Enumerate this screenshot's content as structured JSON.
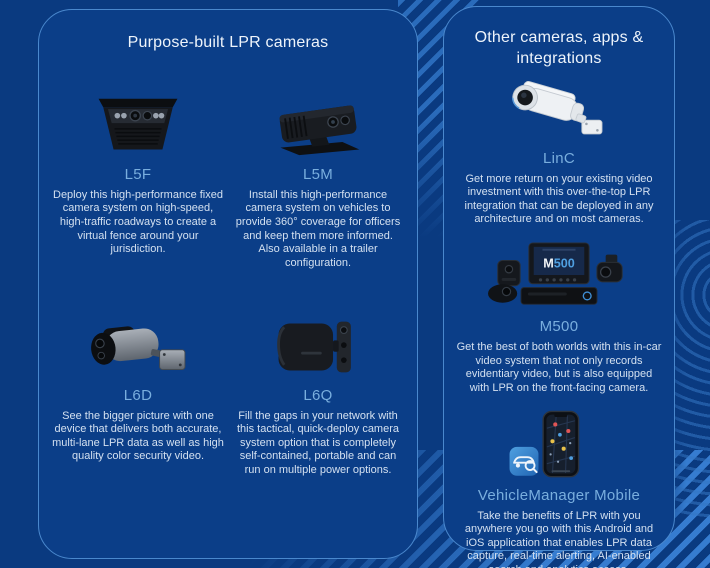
{
  "colors": {
    "page_background": "#0a3a80",
    "panel_background": "#0b3e88",
    "panel_border": "#4a88cd",
    "heading_text": "#eef4fb",
    "product_name_text": "#79aede",
    "body_text": "#d3e0f0",
    "stripe_accent": "#3880d4",
    "m500_screen_number": "#4f9fe0"
  },
  "left_panel": {
    "title": "Purpose-built LPR cameras",
    "products": [
      {
        "name": "L5F",
        "image": "l5f-fixed-lpr-camera-illustration",
        "description": "Deploy this high-performance fixed camera system on high-speed, high-traffic roadways to create a virtual fence around your jurisdiction."
      },
      {
        "name": "L5M",
        "image": "l5m-vehicle-lpr-camera-illustration",
        "description": "Install this high-performance camera system on vehicles to provide 360° coverage for officers and keep them more informed. Also available in a trailer configuration."
      },
      {
        "name": "L6D",
        "image": "l6d-bullet-lpr-camera-illustration",
        "description": "See the bigger picture with one device that delivers both accurate, multi-lane LPR data as well as high quality color security video."
      },
      {
        "name": "L6Q",
        "image": "l6q-quick-deploy-camera-illustration",
        "description": "Fill the gaps in your network with this tactical, quick-deploy camera system option that is completely self-contained, portable and can run on multiple power options."
      }
    ]
  },
  "right_panel": {
    "title": "Other cameras, apps & integrations",
    "products": [
      {
        "name": "LinC",
        "image": "linc-white-bullet-camera-illustration",
        "description": "Get more return on your existing video investment with this over-the-top LPR integration that can be deployed in any architecture and on most cameras."
      },
      {
        "name": "M500",
        "image": "m500-in-car-video-system-illustration",
        "screen_label_m": "M",
        "screen_label_num": "500",
        "description": "Get the best of both worlds with this in-car video system that not only records evidentiary video, but is also equipped with LPR on the front-facing camera."
      },
      {
        "name": "VehicleManager Mobile",
        "image": "vehiclemanager-mobile-app-illustration",
        "description": "Take the benefits of LPR with you anywhere you go with this Android and iOS application that enables LPR data capture, real-time alerting, AI-enabled search and analytics access."
      }
    ]
  }
}
